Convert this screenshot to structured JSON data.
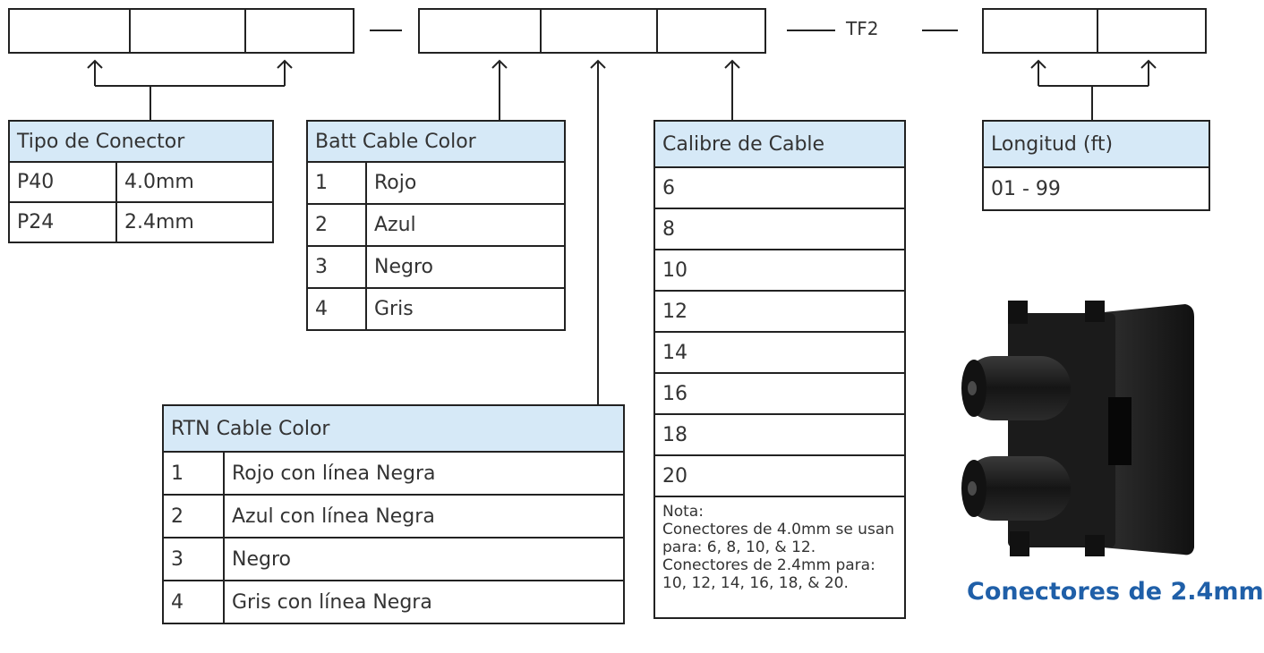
{
  "code": {
    "separator_label": "TF2"
  },
  "tipo_conector": {
    "header": "Tipo de Conector",
    "rows": [
      {
        "code": "P40",
        "value": "4.0mm"
      },
      {
        "code": "P24",
        "value": "2.4mm"
      }
    ]
  },
  "batt_cable_color": {
    "header": "Batt Cable Color",
    "rows": [
      {
        "code": "1",
        "value": "Rojo"
      },
      {
        "code": "2",
        "value": "Azul"
      },
      {
        "code": "3",
        "value": "Negro"
      },
      {
        "code": "4",
        "value": "Gris"
      }
    ]
  },
  "calibre_cable": {
    "header": "Calibre de Cable",
    "rows": [
      "6",
      "8",
      "10",
      "12",
      "14",
      "16",
      "18",
      "20"
    ],
    "note": "Nota:\nConectores de 4.0mm se usan para: 6, 8, 10, & 12. Conectores de 2.4mm para: 10, 12, 14, 16, 18, & 20."
  },
  "longitud": {
    "header": "Longitud (ft)",
    "value": "01 - 99"
  },
  "rtn_cable_color": {
    "header": "RTN Cable Color",
    "rows": [
      {
        "code": "1",
        "value": "Rojo con línea Negra"
      },
      {
        "code": "2",
        "value": "Azul con línea Negra"
      },
      {
        "code": "3",
        "value": "Negro"
      },
      {
        "code": "4",
        "value": "Gris con línea Negra"
      }
    ]
  },
  "image_caption": "Conectores de 2.4mm",
  "colors": {
    "header_fill": "#d6e9f7",
    "caption": "#1f5fa8",
    "line": "#222222"
  }
}
